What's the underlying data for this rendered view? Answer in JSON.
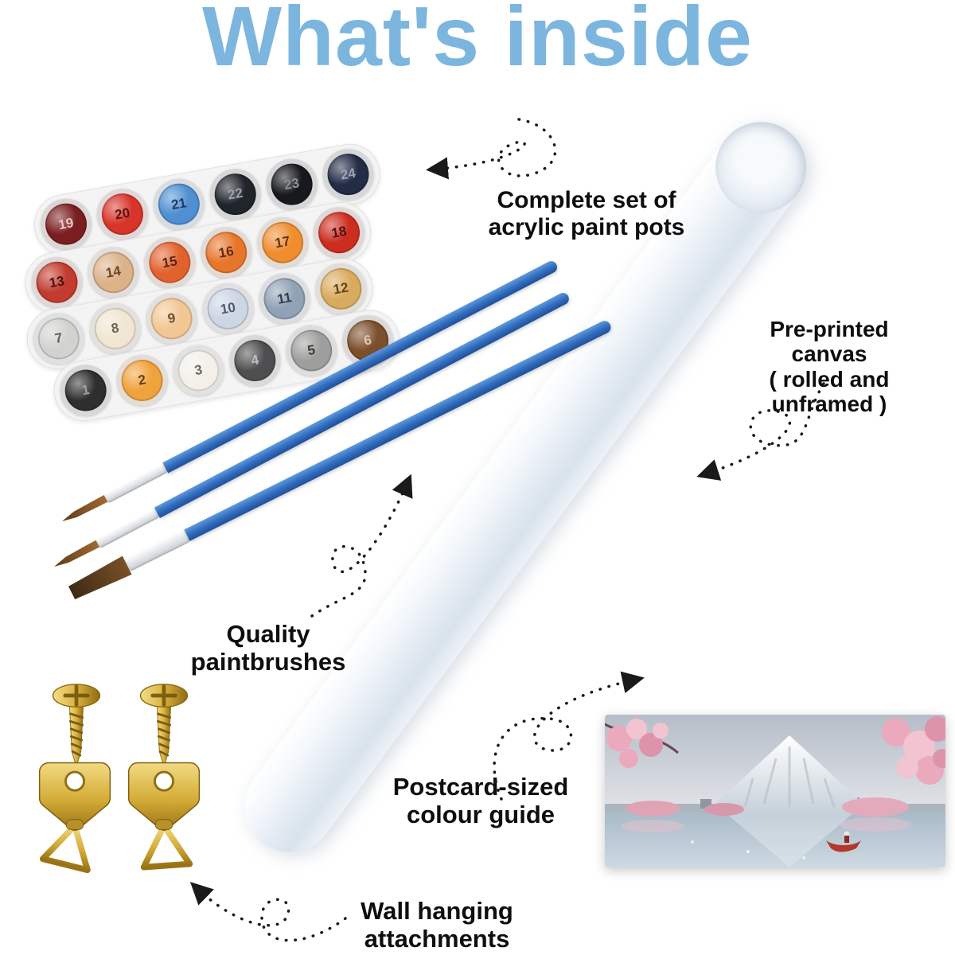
{
  "title": "What's inside",
  "labels": {
    "paints": "Complete set of\nacrylic paint pots",
    "canvas": "Pre-printed canvas\n( rolled and unframed )",
    "brushes": "Quality\npaintbrushes",
    "guide": "Postcard-sized\ncolour guide",
    "hangers": "Wall hanging\nattachments"
  },
  "palette": {
    "title_blue": "#7cb6df",
    "label_text": "#0e0e0e",
    "brush_handle_blue": "#3570c0",
    "hardware_gold": "#d9b23f",
    "canvas_white": "#edf2f8",
    "blossom_pink": "#eaa9bc"
  },
  "paint_pots": {
    "strips": [
      {
        "pots": [
          {
            "n": 19,
            "c": "#7a1e22",
            "ink": "#e6c6c6"
          },
          {
            "n": 20,
            "c": "#d7342a",
            "ink": "#5a1510"
          },
          {
            "n": 21,
            "c": "#4f8fd2",
            "ink": "#1d3a5f"
          },
          {
            "n": 22,
            "c": "#20242b",
            "ink": "#9aa0a8"
          },
          {
            "n": 23,
            "c": "#17191d",
            "ink": "#8a8f96"
          },
          {
            "n": 24,
            "c": "#232c45",
            "ink": "#9aa4b8"
          }
        ]
      },
      {
        "pots": [
          {
            "n": 13,
            "c": "#c23b2e",
            "ink": "#4a120c"
          },
          {
            "n": 14,
            "c": "#dcb288",
            "ink": "#6b4428"
          },
          {
            "n": 15,
            "c": "#e2622e",
            "ink": "#5c2410"
          },
          {
            "n": 16,
            "c": "#e8762a",
            "ink": "#5e2c0e"
          },
          {
            "n": 17,
            "c": "#ef8d2f",
            "ink": "#613112"
          },
          {
            "n": 18,
            "c": "#cc2d1f",
            "ink": "#4d100a"
          }
        ]
      },
      {
        "pots": [
          {
            "n": 7,
            "c": "#d2d2d0",
            "ink": "#5f5f5d"
          },
          {
            "n": 8,
            "c": "#f0e6d2",
            "ink": "#6e6450"
          },
          {
            "n": 9,
            "c": "#f2c794",
            "ink": "#6e5230"
          },
          {
            "n": 10,
            "c": "#ccd6e4",
            "ink": "#4e5a6e"
          },
          {
            "n": 11,
            "c": "#8fa2b6",
            "ink": "#313e4e"
          },
          {
            "n": 12,
            "c": "#d9ab5e",
            "ink": "#5e4418"
          }
        ]
      },
      {
        "pots": [
          {
            "n": 1,
            "c": "#2e2e2e",
            "ink": "#a0a0a0"
          },
          {
            "n": 2,
            "c": "#f0a23c",
            "ink": "#663f10"
          },
          {
            "n": 3,
            "c": "#f2f0e8",
            "ink": "#6b6a60"
          },
          {
            "n": 4,
            "c": "#4e4e50",
            "ink": "#c0c0c2"
          },
          {
            "n": 5,
            "c": "#9e9e9c",
            "ink": "#3c3c3a"
          },
          {
            "n": 6,
            "c": "#7b4e2c",
            "ink": "#e0c5a8"
          }
        ]
      }
    ]
  }
}
